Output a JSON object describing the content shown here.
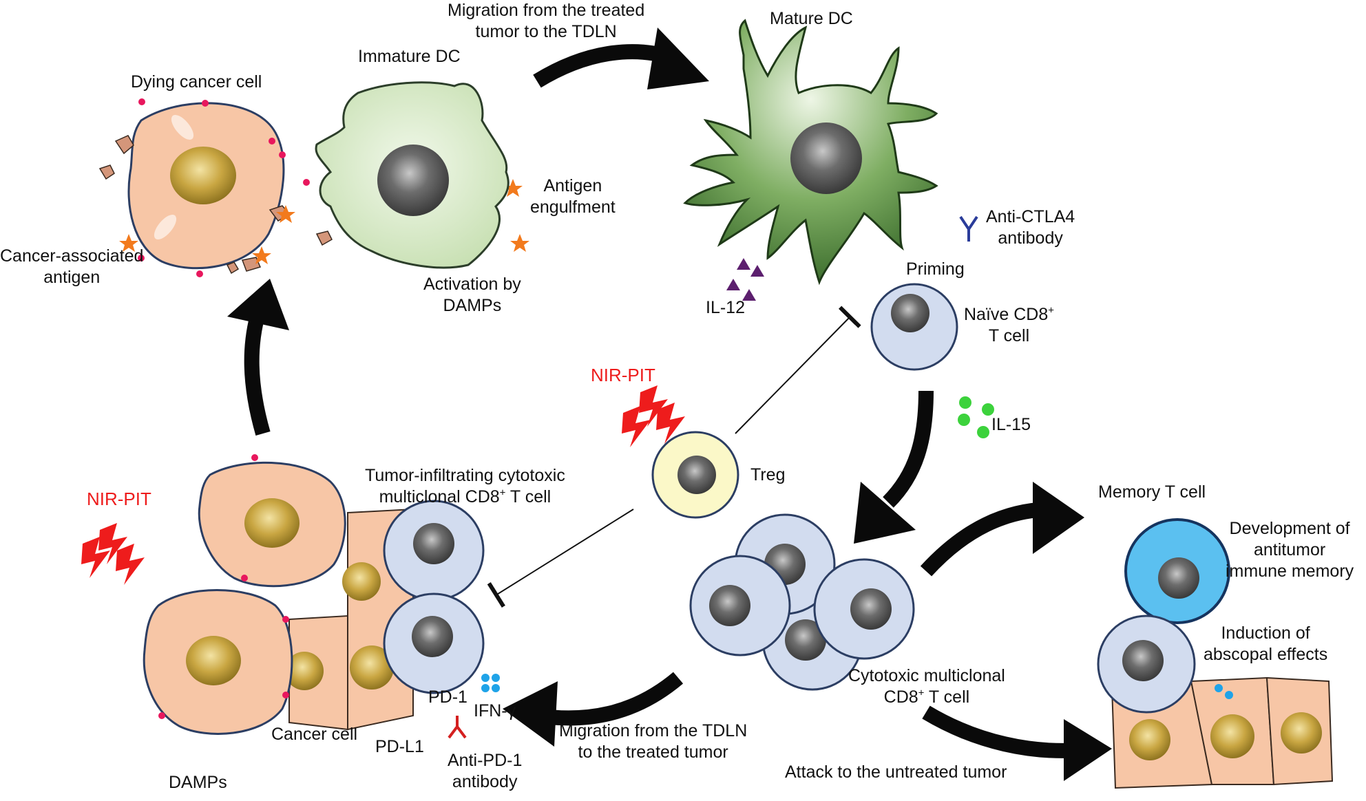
{
  "colors": {
    "cancer_cell": "#f7c6a6",
    "cancer_outline": "#2c3e63",
    "nucleus_gold": "#c9a642",
    "immature_dc": "#d9ebc9",
    "mature_dc": "#4f8a3e",
    "t_cell": "#d2dcef",
    "treg": "#fbf8c8",
    "memory_t_cell": "#5bc0f0",
    "nir_pit": "#ee1c1c",
    "arrow": "#0a0a0a",
    "antigen_star": "#f27a1d",
    "damp_dot": "#e8175d",
    "il12": "#5c1f6e",
    "il15": "#3cd23c",
    "ifn_gamma": "#1fa3e8"
  },
  "labels": {
    "migration_top": [
      "Migration from the treated",
      "tumor to the TDLN"
    ],
    "mature_dc": "Mature DC",
    "immature_dc": "Immature DC",
    "dying_cancer_cell": "Dying cancer cell",
    "cancer_associated_antigen": [
      "Cancer-associated",
      "antigen"
    ],
    "antigen_engulfment": [
      "Antigen",
      "engulfment"
    ],
    "activation_by_damps": [
      "Activation by",
      "DAMPs"
    ],
    "anti_ctla4": [
      "Anti-CTLA4",
      "antibody"
    ],
    "priming": "Priming",
    "il12": "IL-12",
    "naive_cd8_main": "Naïve CD8",
    "naive_cd8_sup": "+",
    "naive_cd8_line2": "T cell",
    "nir_pit_center": "NIR-PIT",
    "il15": "IL-15",
    "treg": "Treg",
    "nir_pit_left": "NIR-PIT",
    "tumor_infiltrating_line1": "Tumor-infiltrating cytotoxic",
    "tumor_infiltrating_line2_main": "multiclonal CD8",
    "tumor_infiltrating_line2_sup": "+",
    "tumor_infiltrating_line2_end": " T cell",
    "memory_t_cell": "Memory T cell",
    "development_memory": [
      "Development of",
      "antitumor",
      "immune memory"
    ],
    "induction_abscopal": [
      "Induction of",
      "abscopal effects"
    ],
    "cytotoxic_line1": "Cytotoxic multiclonal",
    "cytotoxic_line2_main": "CD8",
    "cytotoxic_line2_sup": "+",
    "cytotoxic_line2_end": " T cell",
    "pd1": "PD-1",
    "ifn_gamma": "IFN-γ",
    "migration_bottom": [
      "Migration from the TDLN",
      "to the treated tumor"
    ],
    "attack_untreated": "Attack to the untreated tumor",
    "cancer_cell": "Cancer cell",
    "pdl1": "PD-L1",
    "anti_pd1": [
      "Anti-PD-1",
      "antibody"
    ],
    "damps": "DAMPs"
  }
}
